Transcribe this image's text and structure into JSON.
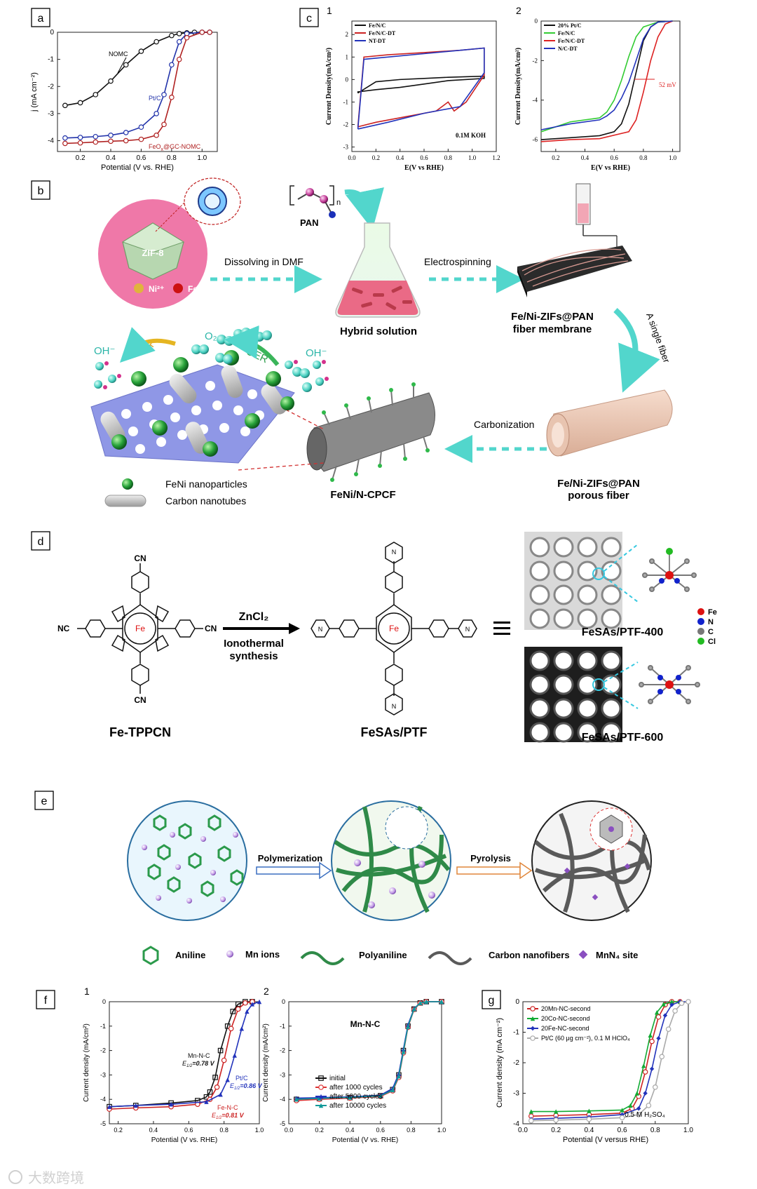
{
  "panels": {
    "a": "a",
    "b": "b",
    "c": "c",
    "d": "d",
    "e": "e",
    "f": "f",
    "g": "g"
  },
  "watermark": "大数跨境",
  "chart_data": [
    {
      "id": "a",
      "type": "line",
      "xlabel": "Potential (V vs. RHE)",
      "ylabel": "j (mA cm⁻²)",
      "xlim": [
        0.05,
        1.1
      ],
      "ylim": [
        -4.4,
        0
      ],
      "xticks": [
        0.2,
        0.4,
        0.6,
        0.8,
        1.0
      ],
      "yticks": [
        0,
        -1,
        -2,
        -3,
        -4
      ],
      "series": [
        {
          "name": "NOMC",
          "color": "#111111",
          "marker": "circle",
          "x": [
            0.1,
            0.2,
            0.3,
            0.4,
            0.5,
            0.6,
            0.7,
            0.8,
            0.85,
            0.9,
            0.95,
            1.0,
            1.05
          ],
          "y": [
            -2.7,
            -2.6,
            -2.3,
            -1.8,
            -1.2,
            -0.7,
            -0.35,
            -0.12,
            -0.05,
            -0.02,
            0,
            0,
            0
          ]
        },
        {
          "name": "Pt/C",
          "color": "#2233aa",
          "marker": "circle",
          "x": [
            0.1,
            0.2,
            0.3,
            0.4,
            0.5,
            0.6,
            0.7,
            0.75,
            0.8,
            0.85,
            0.9,
            1.0,
            1.05
          ],
          "y": [
            -3.9,
            -3.88,
            -3.85,
            -3.8,
            -3.7,
            -3.5,
            -3.0,
            -2.3,
            -1.2,
            -0.35,
            -0.05,
            0,
            0
          ]
        },
        {
          "name": "FeOx@GC-NOMC",
          "color": "#b02222",
          "marker": "circle",
          "x": [
            0.1,
            0.2,
            0.3,
            0.4,
            0.5,
            0.6,
            0.7,
            0.75,
            0.8,
            0.85,
            0.9,
            1.0,
            1.05
          ],
          "y": [
            -4.1,
            -4.08,
            -4.05,
            -4.02,
            -4.0,
            -3.95,
            -3.8,
            -3.4,
            -2.4,
            -1.0,
            -0.2,
            0,
            0
          ]
        }
      ],
      "labels": {
        "nomc": "NOMC",
        "ptc": "Pt/C",
        "feox_a": "FeO",
        "feox_b": "x",
        "feox_c": "@GC-NOMC"
      }
    },
    {
      "id": "c1",
      "type": "line",
      "sublabel": "1",
      "xlabel": "E(V vs RHE)",
      "ylabel": "Current Density(mA/cm²)",
      "xlim": [
        0,
        1.2
      ],
      "ylim": [
        -3.2,
        2.6
      ],
      "xticks": [
        0.0,
        0.2,
        0.4,
        0.6,
        0.8,
        1.0,
        1.2
      ],
      "yticks": [
        2,
        1,
        0,
        -1,
        -2,
        -3
      ],
      "series": [
        {
          "name": "Fe/N/C",
          "color": "#111111",
          "x": [
            0.05,
            0.2,
            0.4,
            0.6,
            0.8,
            1.1,
            1.1,
            0.8,
            0.6,
            0.4,
            0.2,
            0.05,
            0.05
          ],
          "y": [
            -0.6,
            -0.1,
            0.0,
            0.05,
            0.1,
            0.15,
            0.05,
            -0.05,
            -0.2,
            -0.35,
            -0.45,
            -0.55,
            -0.6
          ]
        },
        {
          "name": "Fe/N/C-DT",
          "color": "#cc2222",
          "x": [
            0.05,
            0.1,
            0.3,
            0.6,
            0.9,
            1.1,
            1.1,
            0.95,
            0.85,
            0.8,
            0.7,
            0.5,
            0.2,
            0.05,
            0.05
          ],
          "y": [
            -2.1,
            1.0,
            1.1,
            1.2,
            1.3,
            1.4,
            0.2,
            -1.0,
            -1.4,
            -1.0,
            -1.4,
            -1.6,
            -1.9,
            -2.1,
            -2.1
          ]
        },
        {
          "name": "NT-DT",
          "color": "#2233bb",
          "x": [
            0.05,
            0.1,
            0.3,
            0.6,
            0.9,
            1.1,
            1.1,
            0.9,
            0.6,
            0.3,
            0.05,
            0.05
          ],
          "y": [
            -2.2,
            0.9,
            1.0,
            1.15,
            1.3,
            1.4,
            0.3,
            -1.2,
            -1.5,
            -1.9,
            -2.2,
            -2.2
          ]
        }
      ],
      "annotation": "0.1M KOH"
    },
    {
      "id": "c2",
      "type": "line",
      "sublabel": "2",
      "xlabel": "E(V vs RHE)",
      "ylabel": "Current Density(mA/cm²)",
      "xlim": [
        0.1,
        1.05
      ],
      "ylim": [
        -6.6,
        0
      ],
      "xticks": [
        0.2,
        0.4,
        0.6,
        0.8,
        1.0
      ],
      "yticks": [
        0,
        -2,
        -4,
        -6
      ],
      "series": [
        {
          "name": "20% Pt/C",
          "color": "#111111",
          "x": [
            0.1,
            0.3,
            0.5,
            0.6,
            0.65,
            0.7,
            0.75,
            0.8,
            0.85,
            0.9,
            1.0
          ],
          "y": [
            -6.0,
            -5.9,
            -5.8,
            -5.6,
            -5.2,
            -4.2,
            -2.6,
            -1.0,
            -0.3,
            -0.05,
            0
          ]
        },
        {
          "name": "Fe/N/C",
          "color": "#33cc33",
          "x": [
            0.1,
            0.3,
            0.5,
            0.55,
            0.6,
            0.65,
            0.7,
            0.75,
            0.8,
            0.9,
            1.0
          ],
          "y": [
            -5.6,
            -5.1,
            -4.9,
            -4.6,
            -4.0,
            -3.0,
            -1.8,
            -0.8,
            -0.3,
            -0.05,
            0
          ]
        },
        {
          "name": "Fe/N/C-DT",
          "color": "#dd2222",
          "x": [
            0.1,
            0.3,
            0.5,
            0.7,
            0.75,
            0.8,
            0.85,
            0.9,
            0.95,
            1.0
          ],
          "y": [
            -6.1,
            -6.0,
            -5.95,
            -5.6,
            -5.0,
            -3.6,
            -2.0,
            -0.8,
            -0.15,
            0
          ]
        },
        {
          "name": "N/C-DT",
          "color": "#2233bb",
          "x": [
            0.1,
            0.3,
            0.5,
            0.55,
            0.6,
            0.65,
            0.7,
            0.75,
            0.8,
            0.85,
            0.9,
            1.0
          ],
          "y": [
            -5.5,
            -5.2,
            -5.0,
            -4.8,
            -4.5,
            -3.9,
            -3.1,
            -2.0,
            -0.9,
            -0.3,
            -0.05,
            0
          ]
        }
      ],
      "annotation": "52 mV"
    },
    {
      "id": "f1",
      "type": "line",
      "sublabel": "1",
      "xlabel": "Potential (V vs. RHE)",
      "ylabel": "Current density (mA/cm²)",
      "xlim": [
        0.15,
        1.0
      ],
      "ylim": [
        -5,
        0
      ],
      "xticks": [
        0.2,
        0.4,
        0.6,
        0.8,
        1.0
      ],
      "yticks": [
        0,
        -1,
        -2,
        -3,
        -4,
        -5
      ],
      "series": [
        {
          "name": "Mn-N-C",
          "color": "#111111",
          "marker": "square",
          "x": [
            0.15,
            0.3,
            0.5,
            0.65,
            0.7,
            0.72,
            0.75,
            0.78,
            0.82,
            0.85,
            0.88,
            0.92,
            0.96
          ],
          "y": [
            -4.3,
            -4.25,
            -4.15,
            -4.05,
            -3.9,
            -3.7,
            -3.1,
            -2.0,
            -1.0,
            -0.4,
            -0.1,
            0,
            0
          ]
        },
        {
          "name": "Fe-N-C",
          "color": "#cc2222",
          "marker": "circle",
          "x": [
            0.15,
            0.3,
            0.5,
            0.65,
            0.72,
            0.76,
            0.8,
            0.84,
            0.88,
            0.92,
            0.96
          ],
          "y": [
            -4.4,
            -4.35,
            -4.3,
            -4.2,
            -4.0,
            -3.5,
            -2.4,
            -1.1,
            -0.3,
            -0.05,
            0
          ]
        },
        {
          "name": "Pt/C",
          "color": "#2233bb",
          "marker": "triangle",
          "x": [
            0.15,
            0.3,
            0.5,
            0.7,
            0.78,
            0.82,
            0.86,
            0.9,
            0.93,
            0.96,
            1.0
          ],
          "y": [
            -4.3,
            -4.25,
            -4.2,
            -4.1,
            -3.8,
            -3.2,
            -2.2,
            -1.1,
            -0.4,
            -0.1,
            0
          ]
        }
      ],
      "labels": {
        "mn": "Mn-N-C",
        "mn_e": "E",
        "mn_sub": "1/2",
        "mn_v": "=0.78 V",
        "pt": "Pt/C",
        "pt_e": "E",
        "pt_sub": "1/2",
        "pt_v": "=0.86 V",
        "fe": "Fe-N-C",
        "fe_e": "E",
        "fe_sub": "1/2",
        "fe_v": "=0.81 V"
      }
    },
    {
      "id": "f2",
      "type": "line",
      "sublabel": "2",
      "title": "Mn-N-C",
      "xlabel": "Potential (V vs. RHE)",
      "ylabel": "Current density (mA/cm²)",
      "xlim": [
        0,
        1.0
      ],
      "ylim": [
        -5,
        0
      ],
      "xticks": [
        0.0,
        0.2,
        0.4,
        0.6,
        0.8,
        1.0
      ],
      "yticks": [
        0,
        -1,
        -2,
        -3,
        -4,
        -5
      ],
      "series": [
        {
          "name": "initial",
          "color": "#111111",
          "marker": "square",
          "x": [
            0.05,
            0.2,
            0.4,
            0.6,
            0.68,
            0.72,
            0.75,
            0.78,
            0.82,
            0.86,
            0.9,
            1.0
          ],
          "y": [
            -4.0,
            -3.97,
            -3.93,
            -3.85,
            -3.6,
            -3.0,
            -2.0,
            -1.0,
            -0.3,
            -0.05,
            0,
            0
          ]
        },
        {
          "name": "after 1000 cycles",
          "color": "#dd3333",
          "marker": "circle",
          "x": [
            0.05,
            0.2,
            0.4,
            0.6,
            0.68,
            0.72,
            0.75,
            0.78,
            0.82,
            0.86,
            0.9,
            1.0
          ],
          "y": [
            -4.05,
            -4.0,
            -3.95,
            -3.88,
            -3.65,
            -3.1,
            -2.1,
            -1.05,
            -0.32,
            -0.06,
            0,
            0
          ]
        },
        {
          "name": "after 5000 cycles",
          "color": "#2233bb",
          "marker": "triangle",
          "x": [
            0.05,
            0.2,
            0.4,
            0.6,
            0.68,
            0.72,
            0.75,
            0.78,
            0.82,
            0.86,
            0.9,
            1.0
          ],
          "y": [
            -3.95,
            -3.93,
            -3.9,
            -3.83,
            -3.55,
            -2.95,
            -1.95,
            -0.95,
            -0.28,
            -0.05,
            0,
            0
          ]
        },
        {
          "name": "after 10000 cycles",
          "color": "#119999",
          "marker": "triangle",
          "x": [
            0.05,
            0.2,
            0.4,
            0.6,
            0.68,
            0.72,
            0.75,
            0.78,
            0.82,
            0.86,
            0.9,
            1.0
          ],
          "y": [
            -4.0,
            -3.96,
            -3.92,
            -3.86,
            -3.62,
            -3.05,
            -2.05,
            -1.02,
            -0.3,
            -0.05,
            0,
            0
          ]
        }
      ]
    },
    {
      "id": "g",
      "type": "line",
      "xlabel": "Potential (V versus RHE)",
      "ylabel": "Current density (mA cm⁻²)",
      "xlim": [
        0,
        1.0
      ],
      "ylim": [
        -4,
        0
      ],
      "xticks": [
        0.0,
        0.2,
        0.4,
        0.6,
        0.8,
        1.0
      ],
      "yticks": [
        0,
        -1,
        -2,
        -3,
        -4
      ],
      "series": [
        {
          "name": "20Mn-NC-second",
          "color": "#cc2222",
          "marker": "circle",
          "x": [
            0.05,
            0.2,
            0.4,
            0.6,
            0.66,
            0.7,
            0.74,
            0.78,
            0.82,
            0.86,
            0.9,
            0.95
          ],
          "y": [
            -3.75,
            -3.73,
            -3.7,
            -3.65,
            -3.5,
            -3.1,
            -2.3,
            -1.3,
            -0.5,
            -0.1,
            0,
            0
          ]
        },
        {
          "name": "20Co-NC-second",
          "color": "#11aa33",
          "marker": "triangle",
          "x": [
            0.05,
            0.2,
            0.4,
            0.6,
            0.65,
            0.69,
            0.73,
            0.77,
            0.81,
            0.85,
            0.9,
            0.95
          ],
          "y": [
            -3.6,
            -3.6,
            -3.58,
            -3.55,
            -3.4,
            -3.0,
            -2.1,
            -1.1,
            -0.35,
            -0.08,
            0,
            0
          ]
        },
        {
          "name": "20Fe-NC-second",
          "color": "#2233bb",
          "marker": "diamond",
          "x": [
            0.05,
            0.2,
            0.4,
            0.6,
            0.7,
            0.74,
            0.78,
            0.82,
            0.86,
            0.9,
            0.95,
            1.0
          ],
          "y": [
            -3.85,
            -3.82,
            -3.78,
            -3.7,
            -3.5,
            -3.0,
            -2.2,
            -1.2,
            -0.45,
            -0.1,
            0,
            0
          ]
        },
        {
          "name": "Pt/C (60 μg cm⁻²), 0.1 M HClO₄",
          "color": "#aaaaaa",
          "marker": "circle",
          "x": [
            0.05,
            0.2,
            0.4,
            0.6,
            0.7,
            0.76,
            0.8,
            0.84,
            0.88,
            0.92,
            0.96,
            1.0
          ],
          "y": [
            -3.9,
            -3.88,
            -3.85,
            -3.8,
            -3.7,
            -3.4,
            -2.8,
            -1.8,
            -0.9,
            -0.3,
            -0.05,
            0
          ]
        }
      ],
      "annotation": "0.5 M H₂SO₄"
    }
  ],
  "b": {
    "zif8": "ZIF-8",
    "ni": "Ni²⁺",
    "fe": "Fe²⁺",
    "pan": "PAN",
    "n": "n",
    "dissolving": "Dissolving in DMF",
    "electrospinning": "Electrospinning",
    "hybrid": "Hybrid solution",
    "membrane1": "Fe/Ni-ZIFs@PAN",
    "membrane2": "fiber membrane",
    "single": "A single fiber",
    "carbonization": "Carbonization",
    "porous1": "Fe/Ni-ZIFs@PAN",
    "porous2": "porous fiber",
    "cpcf": "FeNi/N-CPCF",
    "oh_left": "OH⁻",
    "orr": "ORR",
    "o2": "O₂",
    "oer": "OER",
    "oh_right": "OH⁻",
    "legend_np": "FeNi nanoparticles",
    "legend_cnt": "Carbon nanotubes"
  },
  "d": {
    "fe_tppcn": "Fe-TPPCN",
    "zncl2": "ZnCl₂",
    "iono1": "Ionothermal",
    "iono2": "synthesis",
    "fesas_ptf": "FeSAs/PTF",
    "ptf400": "FeSAs/PTF-400",
    "ptf600": "FeSAs/PTF-600",
    "cn": "CN",
    "nc": "NC",
    "fe": "Fe",
    "n": "N",
    "legend": [
      {
        "label": "Fe",
        "color": "#dd1111"
      },
      {
        "label": "N",
        "color": "#1122cc"
      },
      {
        "label": "C",
        "color": "#777777"
      },
      {
        "label": "Cl",
        "color": "#22bb22"
      }
    ]
  },
  "e": {
    "polymerization": "Polymerization",
    "pyrolysis": "Pyrolysis",
    "legend": [
      "Aniline",
      "Mn ions",
      "Polyaniline",
      "Carbon nanofibers",
      "MnN₄ site"
    ]
  }
}
